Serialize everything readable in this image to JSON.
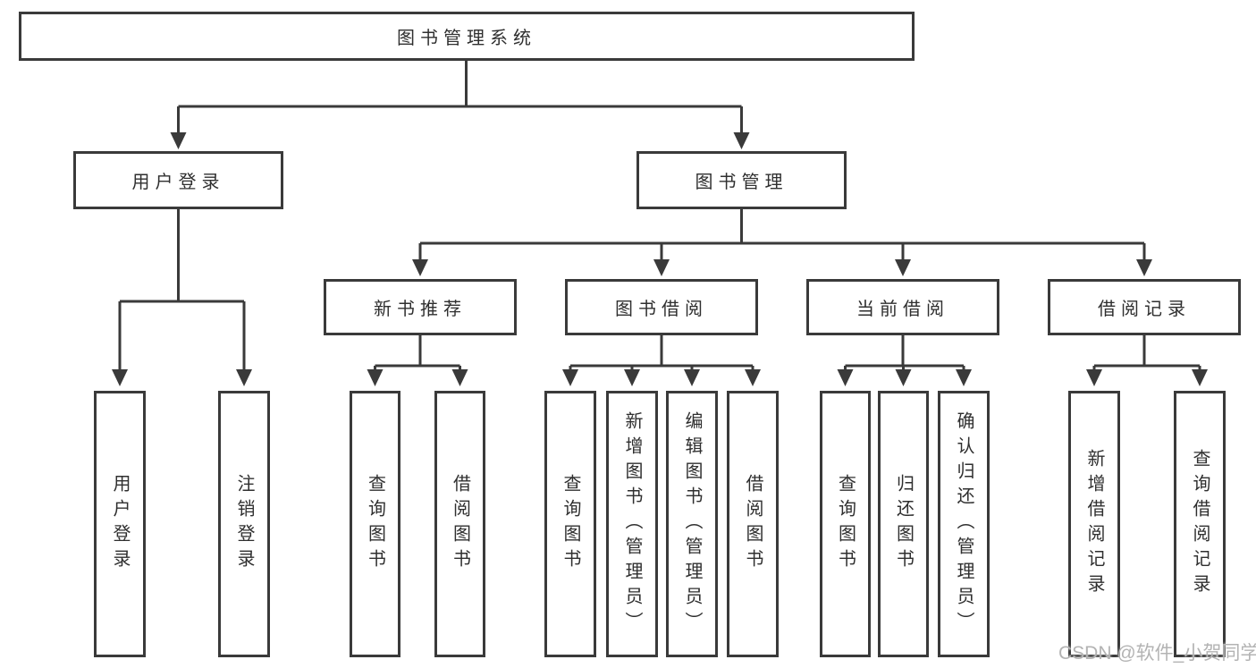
{
  "colors": {
    "line": "#3a3a3a",
    "text": "#2f2f2f",
    "watermark": "#b3b3b3",
    "background": "#ffffff"
  },
  "diagram": {
    "root": {
      "label": "图书管理系统"
    },
    "user_login": {
      "label": "用户登录",
      "children": [
        {
          "label": "用户登录"
        },
        {
          "label": "注销登录"
        }
      ]
    },
    "book_mgmt": {
      "label": "图书管理",
      "children": [
        {
          "label": "新书推荐",
          "children": [
            {
              "label": "查询图书"
            },
            {
              "label": "借阅图书"
            }
          ]
        },
        {
          "label": "图书借阅",
          "children": [
            {
              "label": "查询图书"
            },
            {
              "label": "新增图书（管理员）"
            },
            {
              "label": "编辑图书（管理员）"
            },
            {
              "label": "借阅图书"
            }
          ]
        },
        {
          "label": "当前借阅",
          "children": [
            {
              "label": "查询图书"
            },
            {
              "label": "归还图书"
            },
            {
              "label": "确认归还（管理员）"
            }
          ]
        },
        {
          "label": "借阅记录",
          "children": [
            {
              "label": "新增借阅记录"
            },
            {
              "label": "查询借阅记录"
            }
          ]
        }
      ]
    },
    "watermark": "CSDN @软件_小贺同学"
  }
}
